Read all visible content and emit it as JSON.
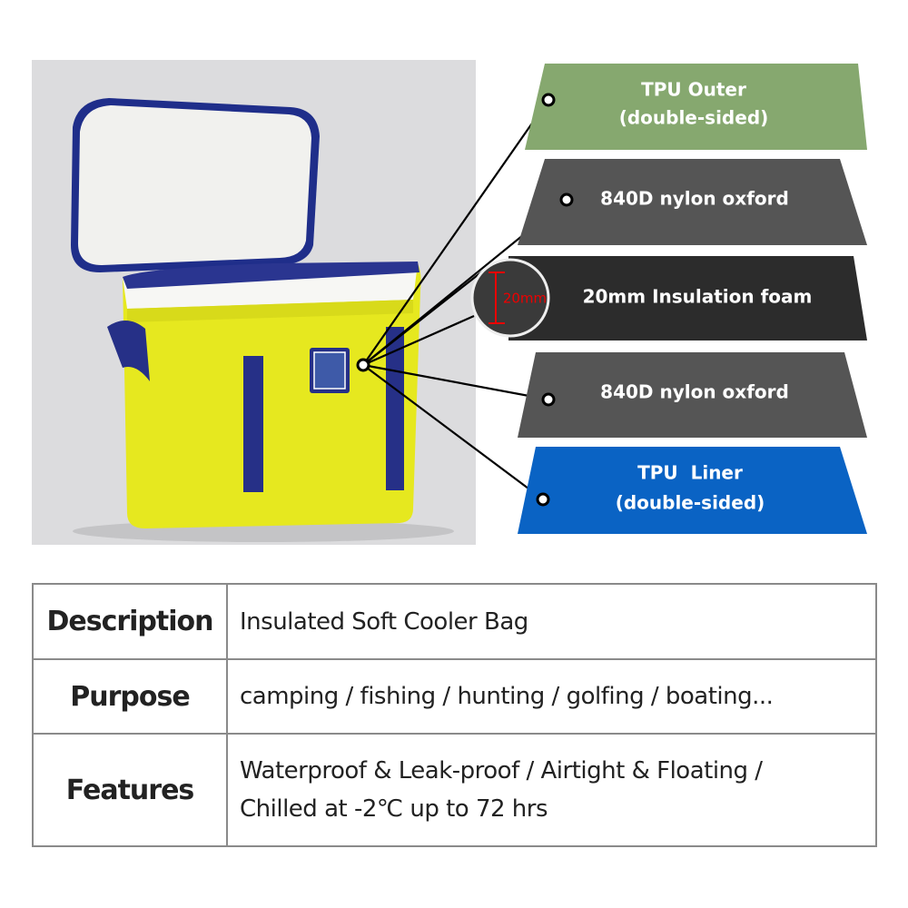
{
  "layers": [
    {
      "name": "tpu-outer",
      "line1": "TPU Outer",
      "line2": "(double-sided)",
      "color": "#86a86f"
    },
    {
      "name": "nylon-oxford-1",
      "line1": "840D nylon oxford",
      "color": "#555555"
    },
    {
      "name": "insulation-foam",
      "line1": "20mm Insulation foam",
      "callout": "20mm",
      "color": "#2c2c2c"
    },
    {
      "name": "nylon-oxford-2",
      "line1": "840D nylon oxford",
      "color": "#555555"
    },
    {
      "name": "tpu-liner",
      "line1": "TPU  Liner",
      "line2": "(double-sided)",
      "color": "#0a63c4"
    }
  ],
  "table": {
    "rows": [
      {
        "header": "Description",
        "value": "Insulated Soft Cooler Bag"
      },
      {
        "header": "Purpose",
        "value": "camping / fishing / hunting / golfing / boating..."
      },
      {
        "header": "Features",
        "value": "Waterproof & Leak-proof / Airtight & Floating /",
        "value2": "Chilled at -2℃ up to 72 hrs"
      }
    ]
  }
}
